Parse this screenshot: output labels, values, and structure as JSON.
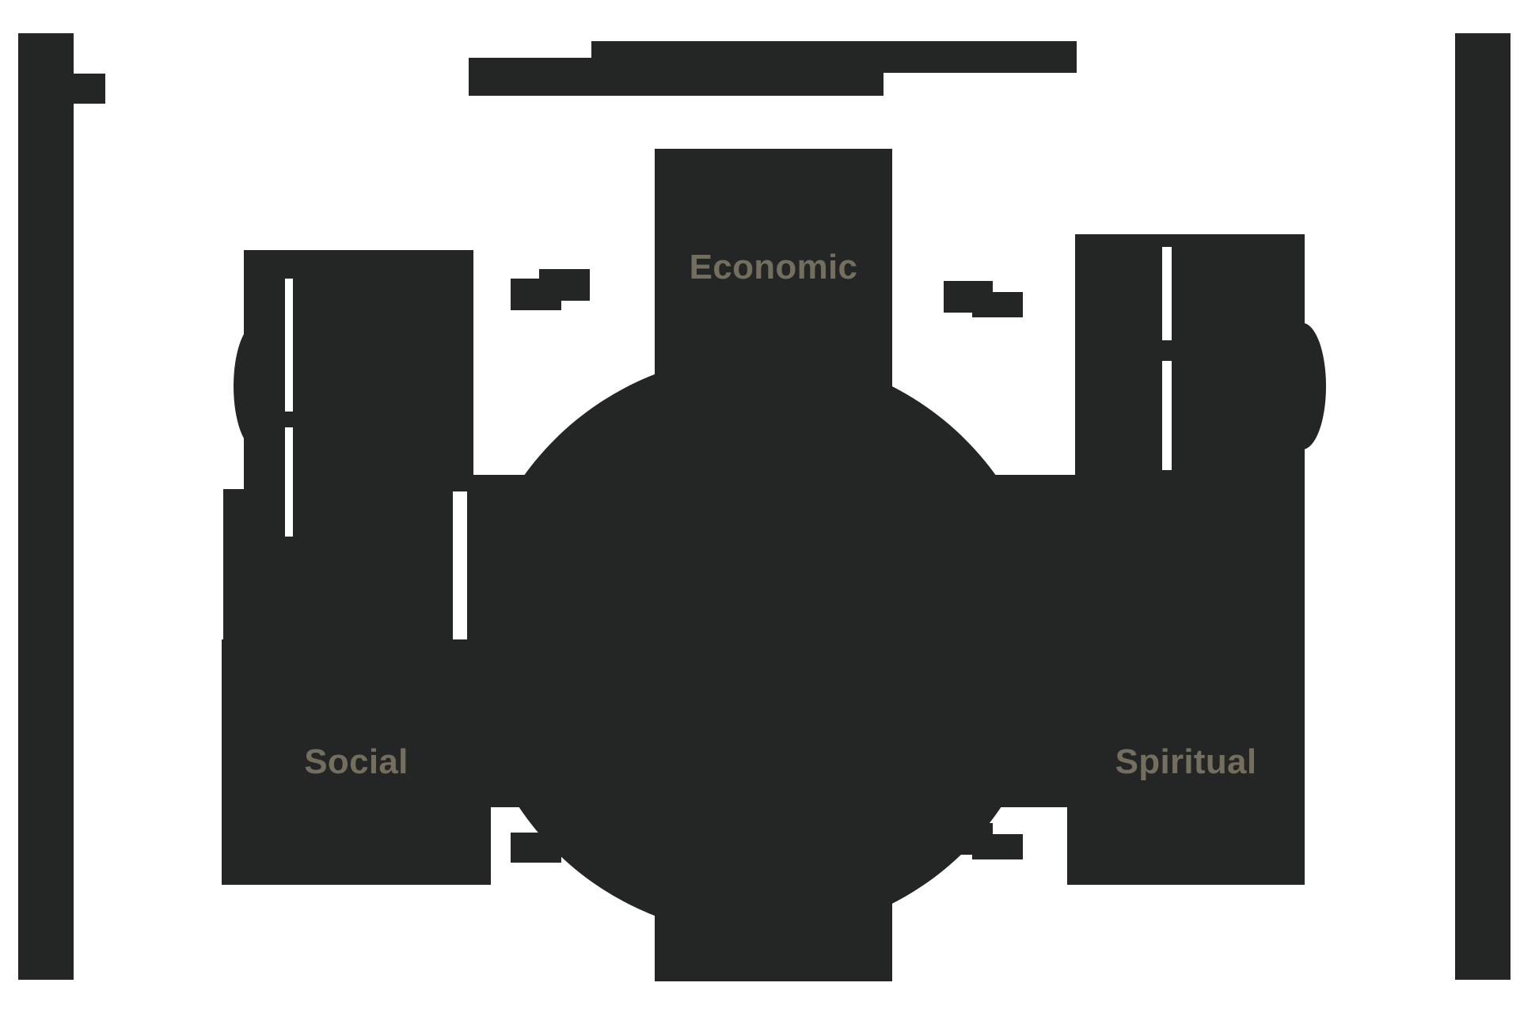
{
  "diagram": {
    "type": "quadrant-wheel",
    "title": "",
    "title_redacted": true,
    "background_color": "#ffffff",
    "shape_color": "#242626",
    "label_color": "#736E5E",
    "quadrants": [
      {
        "id": "top-center",
        "label": "Economic",
        "redacted": false
      },
      {
        "id": "left",
        "label": "",
        "redacted": true
      },
      {
        "id": "right",
        "label": "",
        "redacted": true
      },
      {
        "id": "bottom-left",
        "label": "Social",
        "redacted": false
      },
      {
        "id": "bottom-right",
        "label": "Spiritual",
        "redacted": false
      }
    ],
    "connector_captions": [
      {
        "id": "caption-upper-left",
        "text": "",
        "redacted": true
      },
      {
        "id": "caption-upper-right",
        "text": "",
        "redacted": true
      },
      {
        "id": "caption-lower-left",
        "text": "",
        "redacted": true
      },
      {
        "id": "caption-lower-right",
        "text": "",
        "redacted": true
      }
    ],
    "markers": [
      {
        "id": "marker-left-upper",
        "redacted": true
      },
      {
        "id": "marker-left-lower",
        "redacted": true
      },
      {
        "id": "marker-right-upper",
        "redacted": true
      },
      {
        "id": "marker-right-lower",
        "redacted": true
      }
    ],
    "rails": [
      {
        "id": "rail-left",
        "has_tab": true
      },
      {
        "id": "rail-right",
        "has_tab": false
      }
    ]
  }
}
